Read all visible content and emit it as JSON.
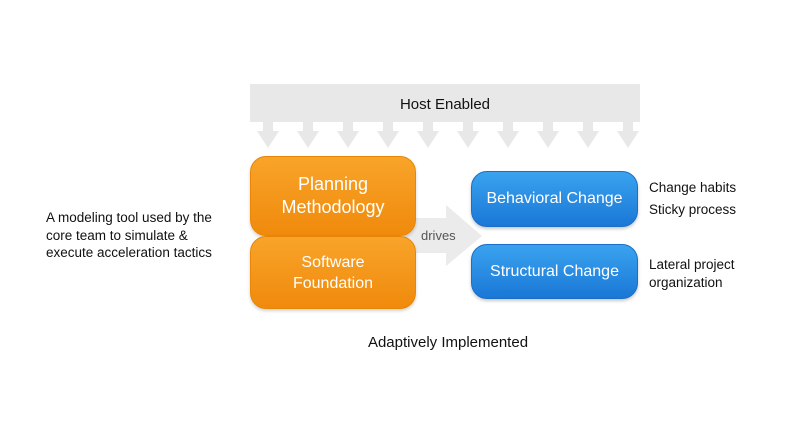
{
  "host_banner": {
    "label": "Host Enabled",
    "arrow_count": 10,
    "color": "#e8e8e8"
  },
  "core": {
    "planning": "Planning\nMethodology",
    "software": "Software\nFoundation",
    "color": "#f39a1b"
  },
  "connector": {
    "label": "drives",
    "color": "#ebebeb"
  },
  "changes": {
    "behavioral": "Behavioral Change",
    "structural": "Structural Change",
    "color": "#2a8ee6"
  },
  "notes": {
    "left": "A modeling tool used by the\ncore team to simulate &\nexecute acceleration tactics",
    "behavioral_1": "Change habits",
    "behavioral_2": "Sticky process",
    "structural": "Lateral project\norganization"
  },
  "footer": "Adaptively Implemented"
}
